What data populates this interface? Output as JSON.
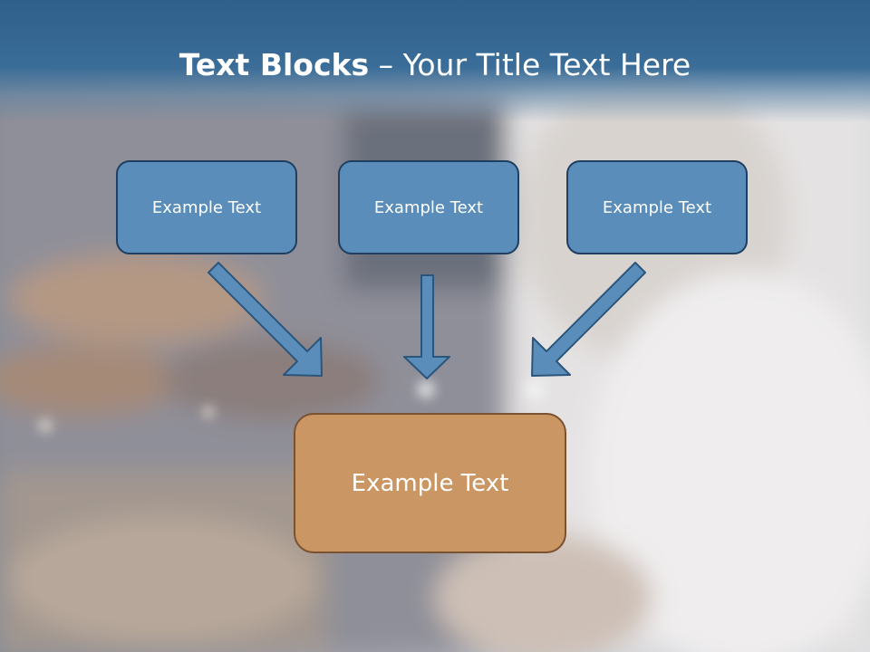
{
  "title": {
    "bold": "Text Blocks",
    "rest": " – Your Title Text Here"
  },
  "boxes": [
    {
      "label": "Example Text"
    },
    {
      "label": "Example Text"
    },
    {
      "label": "Example Text"
    }
  ],
  "result_box": {
    "label": "Example Text"
  },
  "colors": {
    "header": "#2f5f8b",
    "box_fill": "#5a8db9",
    "box_border": "#1f3f60",
    "result_fill": "#ca9664",
    "result_border": "#7a5230",
    "arrow_fill": "#5a8db9"
  }
}
